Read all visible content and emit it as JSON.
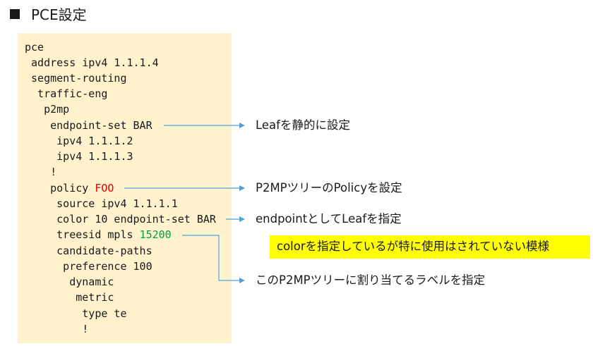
{
  "heading": {
    "bullet_icon": "black-square",
    "title": "PCE設定"
  },
  "config": {
    "lines": [
      "pce",
      " address ipv4 1.1.1.4",
      " segment-routing",
      "  traffic-eng",
      "   p2mp",
      "    endpoint-set BAR",
      "     ipv4 1.1.1.2",
      "     ipv4 1.1.1.3",
      "    !",
      "    policy ",
      "     source ipv4 1.1.1.1",
      "     color 10 endpoint-set BAR",
      "     treesid mpls ",
      "     candidate-paths",
      "      preference 100",
      "       dynamic",
      "        metric",
      "         type te",
      "         !"
    ],
    "policy_name": "FOO",
    "treesid_label": "15200"
  },
  "annotations": {
    "endpoint_set": "Leafを静的に設定",
    "policy": "P2MPツリーのPolicyを設定",
    "color": "endpointとしてLeafを指定",
    "color_note": "colorを指定しているが特に使用はされていない模様",
    "treesid": "このP2MPツリーに割り当てるラベルを指定"
  },
  "colors": {
    "code_background": "#fff2cc",
    "arrow": "#4aa3df",
    "policy_name": "#e00000",
    "treesid_label": "#00a040",
    "highlight": "#ffff00"
  }
}
